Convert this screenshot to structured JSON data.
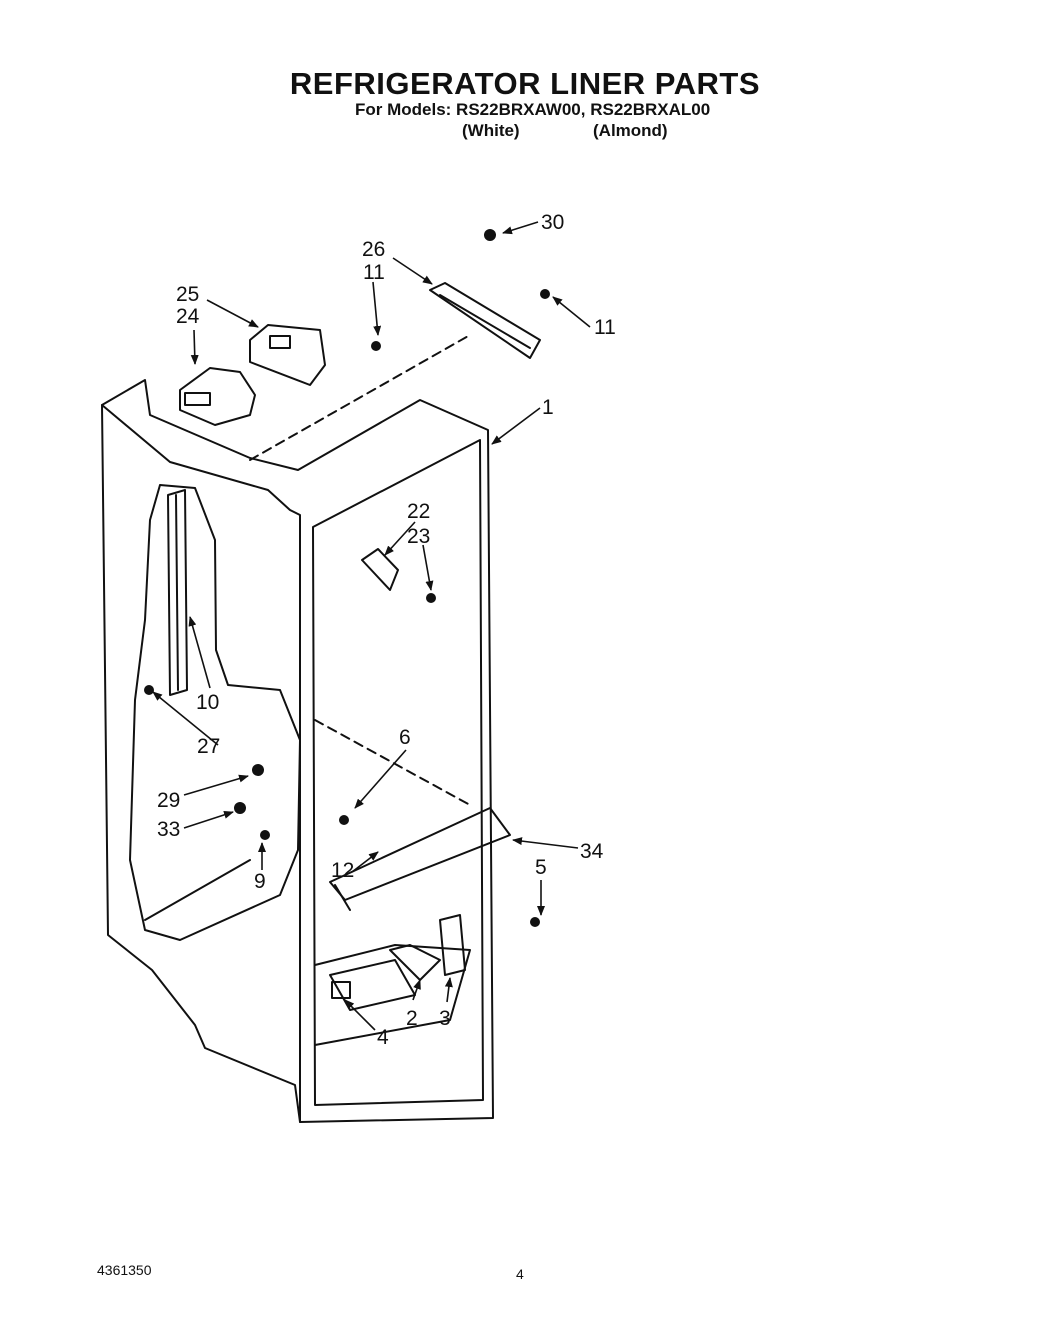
{
  "header": {
    "title": "REFRIGERATOR LINER PARTS",
    "subtitle": "For Models: RS22BRXAW00, RS22BRXAL00",
    "variants": [
      "(White)",
      "(Almond)"
    ]
  },
  "callouts": [
    "30",
    "26",
    "11",
    "11",
    "25",
    "24",
    "1",
    "22",
    "23",
    "10",
    "27",
    "6",
    "29",
    "33",
    "34",
    "12",
    "9",
    "5",
    "2",
    "3",
    "4"
  ],
  "footer": {
    "document_number": "4361350",
    "page_number": "4"
  }
}
